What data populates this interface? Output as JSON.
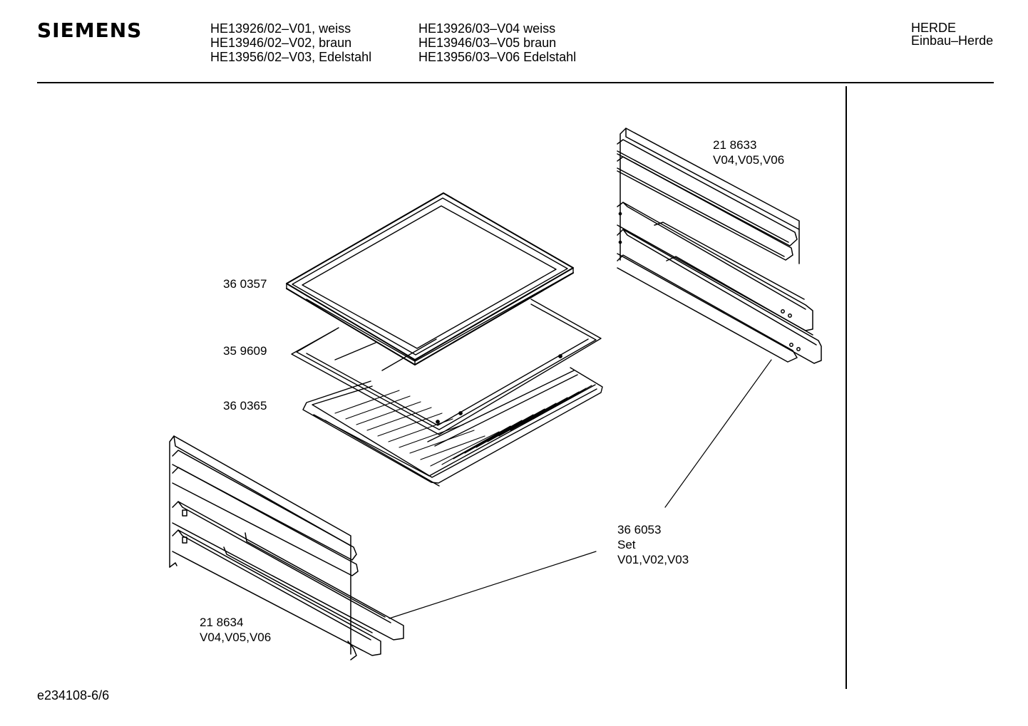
{
  "header": {
    "brand": "SIEMENS",
    "models_left": [
      "HE13926/02–V01, weiss",
      "HE13946/02–V02, braun",
      "HE13956/02–V03, Edelstahl"
    ],
    "models_right": [
      "HE13926/03–V04 weiss",
      "HE13946/03–V05 braun",
      "HE13956/03–V06 Edelstahl"
    ],
    "category": [
      "HERDE",
      "Einbau–Herde"
    ]
  },
  "parts": {
    "rail_right": [
      "21 8633",
      "V04,V05,V06"
    ],
    "baking_tray": "36 0357",
    "tray_insert": "35 9609",
    "grid_shelf": "36 0365",
    "rail_set": [
      "36 6053",
      "Set",
      "V01,V02,V03"
    ],
    "rail_left": [
      "21 8634",
      "V04,V05,V06"
    ]
  },
  "footer": {
    "doc_id": "e234108-6/6"
  }
}
